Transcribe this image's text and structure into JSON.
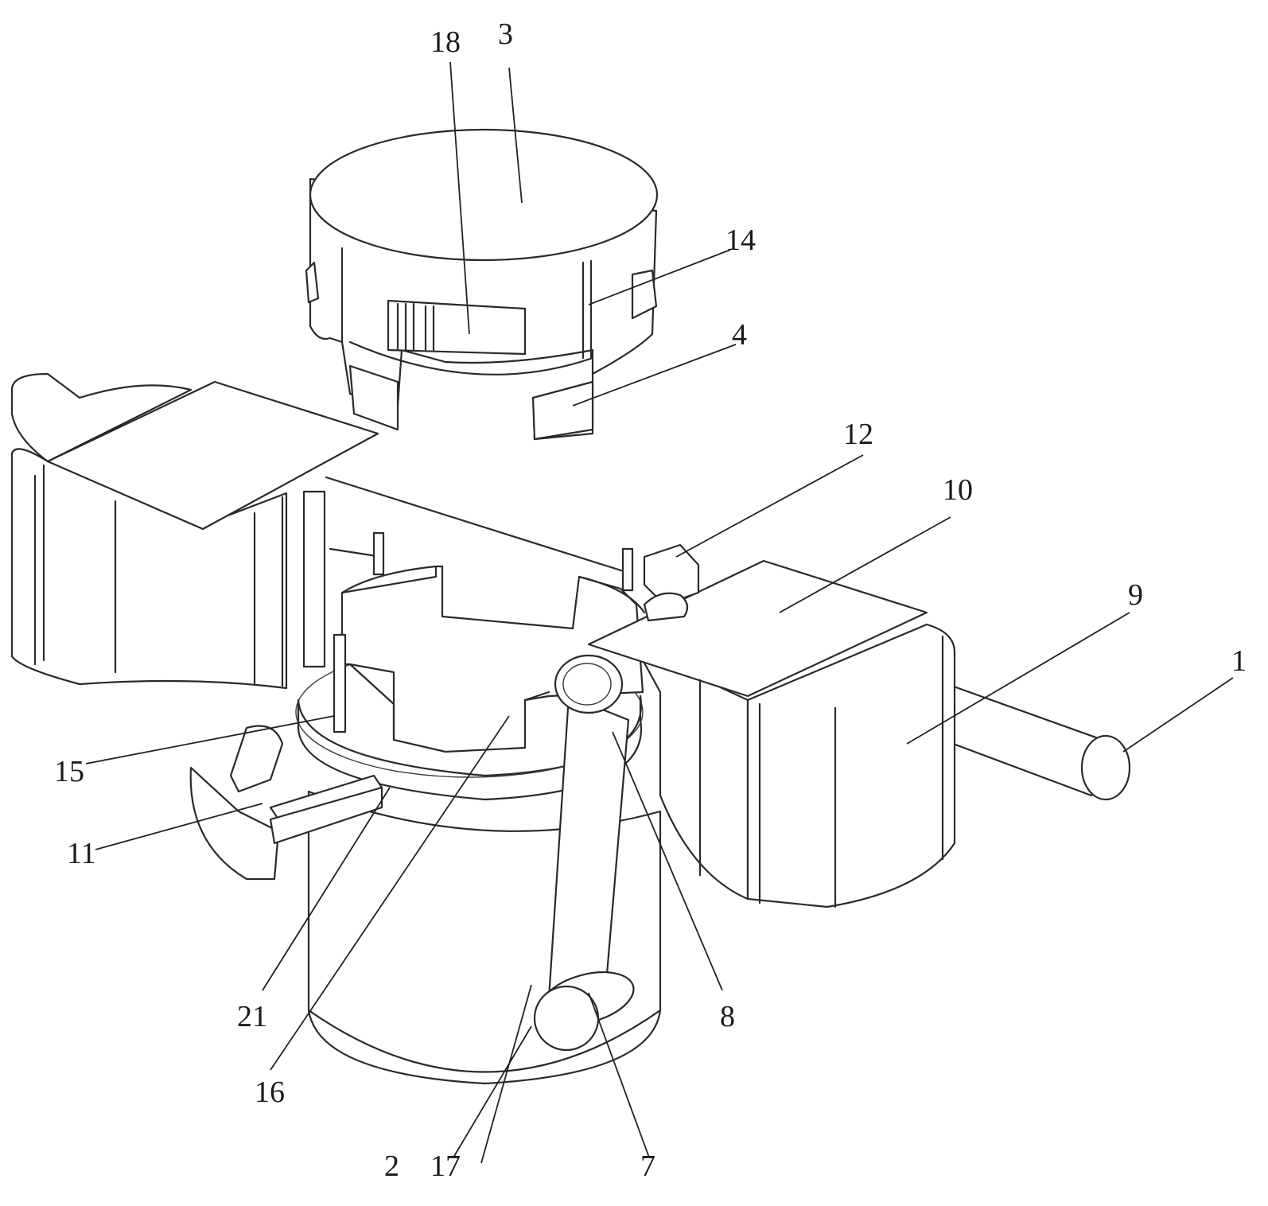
{
  "figure": {
    "labels": {
      "l1": "1",
      "l2": "2",
      "l3": "3",
      "l4": "4",
      "l7": "7",
      "l8": "8",
      "l9": "9",
      "l10": "10",
      "l11": "11",
      "l12": "12",
      "l14": "14",
      "l15": "15",
      "l16": "16",
      "l17": "17",
      "l18": "18",
      "l21": "21"
    }
  }
}
